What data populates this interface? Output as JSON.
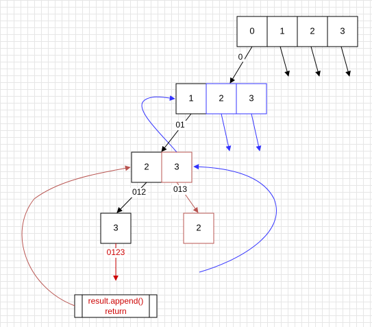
{
  "colors": {
    "black": "#000000",
    "blue": "#3333ff",
    "red": "#b85450",
    "dark_red": "#cc0000"
  },
  "level0": {
    "cells": [
      "0",
      "1",
      "2",
      "3"
    ]
  },
  "level1": {
    "edge_label": "0",
    "cells": [
      "1",
      "2",
      "3"
    ]
  },
  "level2": {
    "edge_label": "01",
    "cells": [
      "2",
      "3"
    ]
  },
  "level3": {
    "left_edge_label": "012",
    "left_cell": "3",
    "right_edge_label": "013",
    "right_cell": "2"
  },
  "level4": {
    "edge_label": "0123"
  },
  "result": {
    "line1": "result.append()",
    "line2": "return"
  }
}
